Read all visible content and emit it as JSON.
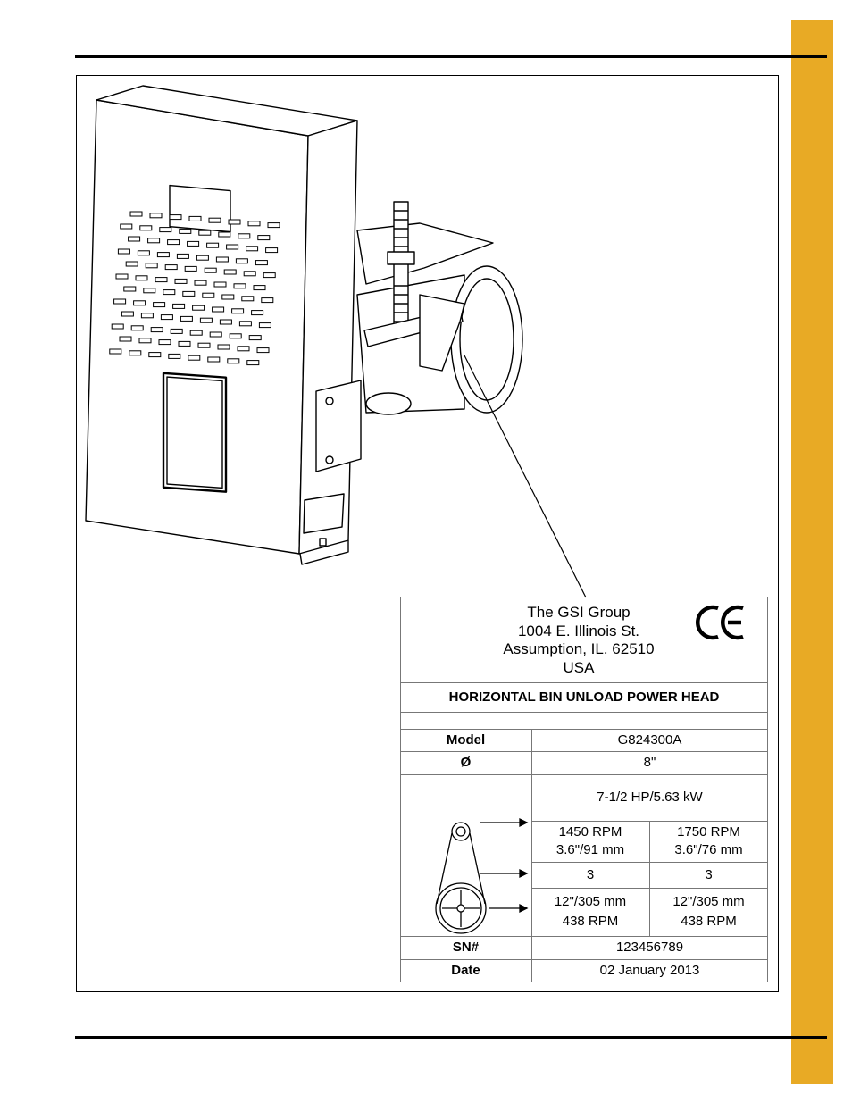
{
  "manufacturer": {
    "name": "The GSI Group",
    "street": "1004 E. Illinois St.",
    "city": "Assumption, IL. 62510",
    "country": "USA",
    "mark": "CE"
  },
  "product_title": "HORIZONTAL BIN UNLOAD POWER HEAD",
  "rows": {
    "model_label": "Model",
    "model_value": "G824300A",
    "diameter_label": "Ø",
    "diameter_value": "8\"",
    "power": "7-1/2 HP/5.63 kW",
    "motor_50": {
      "rpm": "1450 RPM",
      "pulley": "3.6\"/91 mm"
    },
    "motor_60": {
      "rpm": "1750 RPM",
      "pulley": "3.6\"/76 mm"
    },
    "belts_50": "3",
    "belts_60": "3",
    "driven_50": {
      "pulley": "12\"/305 mm",
      "rpm": "438 RPM"
    },
    "driven_60": {
      "pulley": "12\"/305 mm",
      "rpm": "438 RPM"
    },
    "sn_label": "SN#",
    "sn_value": "123456789",
    "date_label": "Date",
    "date_value": "02 January 2013"
  },
  "colors": {
    "accent_tab": "#e8aa25",
    "line": "#000000",
    "grid": "#777777"
  }
}
